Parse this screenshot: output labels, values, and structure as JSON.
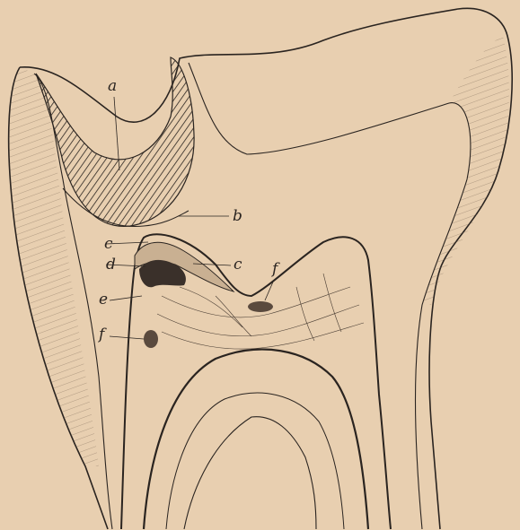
{
  "figure": {
    "background": "#e8cfb0",
    "ink": "#2a2420",
    "cavity_color": "#3a302a",
    "labels": {
      "a": "a",
      "b": "b",
      "c_left": "c",
      "c_right": "c",
      "d": "d",
      "e": "e",
      "f_left": "f",
      "f_right": "f"
    }
  }
}
